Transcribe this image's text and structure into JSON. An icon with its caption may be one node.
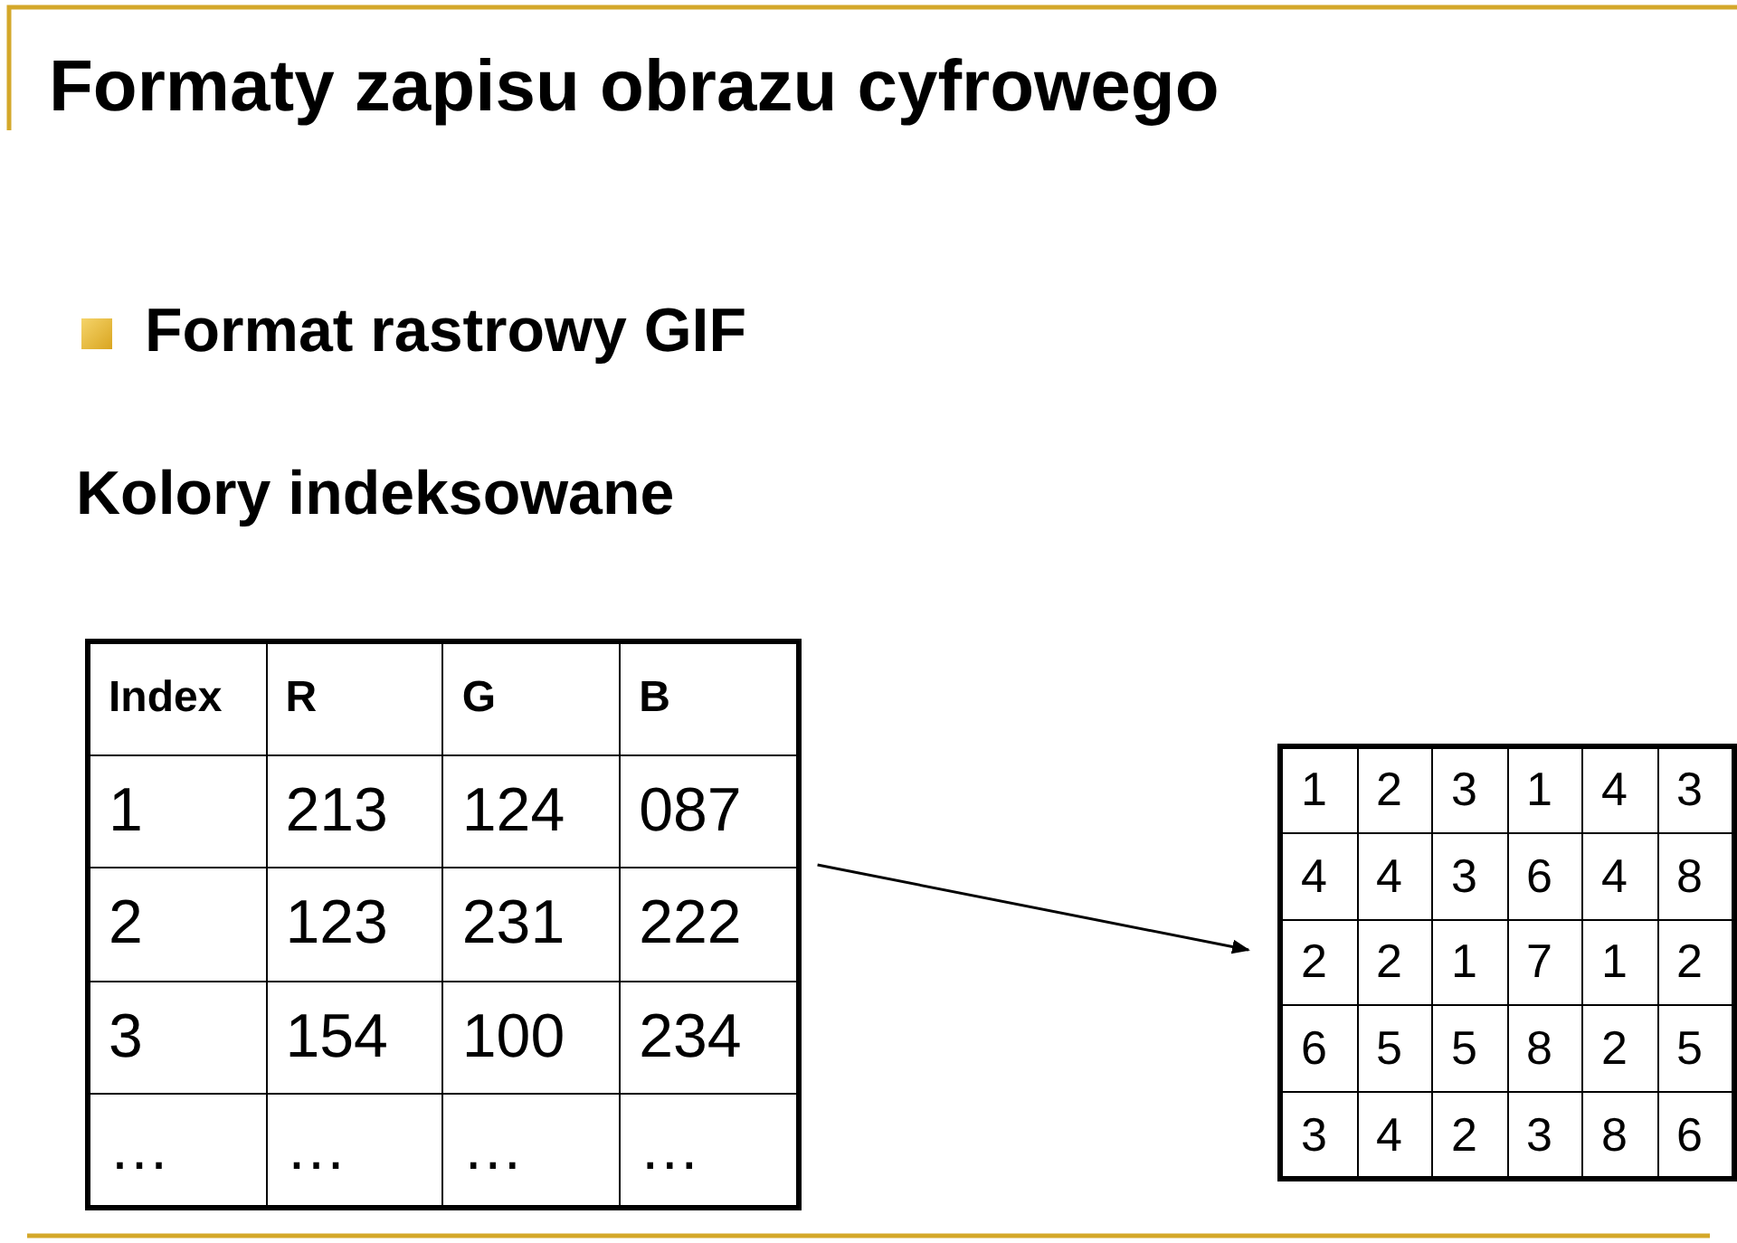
{
  "diagram": {
    "title": "Formaty zapisu obrazu cyfrowego",
    "nodes": [
      {
        "text": [],
        "shape": "box"
      },
      {
        "text": [],
        "shape": "box"
      }
    ],
    "edges": [
      {
        "from": 0,
        "to": 1,
        "arrow": "to"
      }
    ],
    "labels": [
      "Format rastrowy GIF",
      "Kolory indeksowane",
      "Index",
      "R",
      "G",
      "B",
      "1",
      "213",
      "124",
      "087",
      "2",
      "123",
      "231",
      "222",
      "3",
      "154",
      "100",
      "234",
      "…",
      "…",
      "…",
      "…",
      "1",
      "2",
      "3",
      "1",
      "4",
      "3",
      "4",
      "4",
      "3",
      "6",
      "4",
      "8",
      "2",
      "2",
      "1",
      "7",
      "1",
      "2",
      "6",
      "5",
      "5",
      "8",
      "2",
      "5",
      "3",
      "4",
      "2",
      "3",
      "8",
      "6"
    ]
  }
}
